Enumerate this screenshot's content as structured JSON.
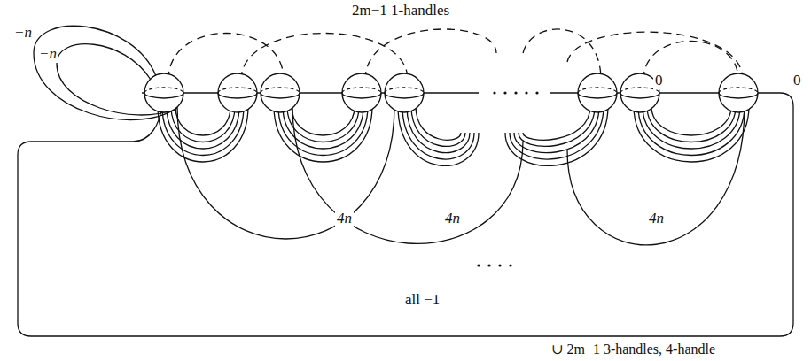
{
  "diagram": {
    "labels": [
      "2m−1 1-handles",
      "−n",
      "−n",
      "4n",
      "4n",
      "4n",
      "0",
      "0",
      "all −1",
      "∪ 2m−1 3-handles, 4-handle"
    ]
  }
}
